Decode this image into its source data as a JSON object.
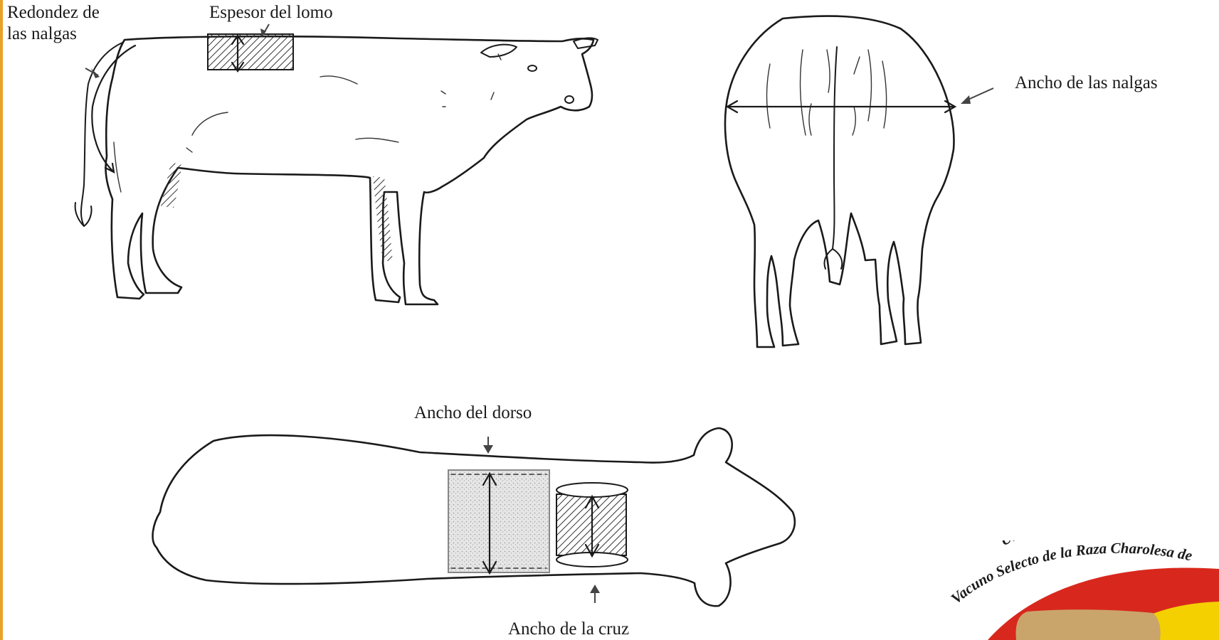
{
  "labels": {
    "redondez_line1": "Redondez de",
    "redondez_line2": "las nalgas",
    "espesor_lomo": "Espesor del lomo",
    "ancho_nalgas": "Ancho de las nalgas",
    "ancho_dorso": "Ancho del dorso",
    "ancho_cruz": "Ancho de la cruz"
  },
  "logo": {
    "line1": "Unión de Criadores de Ganado",
    "line2": "Vacuno Selecto de la Raza Charolesa de"
  },
  "colors": {
    "edge_bar": "#e8a22a",
    "logo_red": "#d8281d",
    "logo_yellow": "#f4d000",
    "logo_cow": "#c9a56c"
  }
}
